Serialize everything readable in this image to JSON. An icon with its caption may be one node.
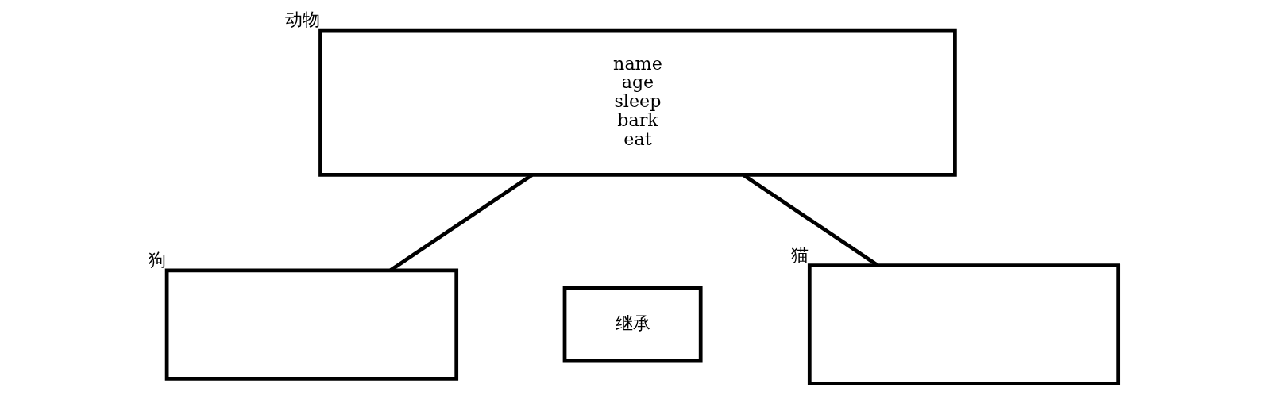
{
  "diagram": {
    "nodes": [
      {
        "text": [
          "name",
          "age",
          "sleep",
          "bark",
          "eat"
        ],
        "beside": [
          "动物"
        ]
      },
      {
        "text": [
          "继承"
        ]
      },
      {
        "text": [],
        "shape": "box",
        "beside": [
          "狗"
        ]
      },
      {
        "text": [],
        "shape": "box",
        "beside": [
          "猫"
        ]
      }
    ],
    "edges": [
      {
        "from": 0,
        "to": 2,
        "arrow": "none"
      },
      {
        "from": 0,
        "to": 3,
        "arrow": "none"
      }
    ]
  }
}
